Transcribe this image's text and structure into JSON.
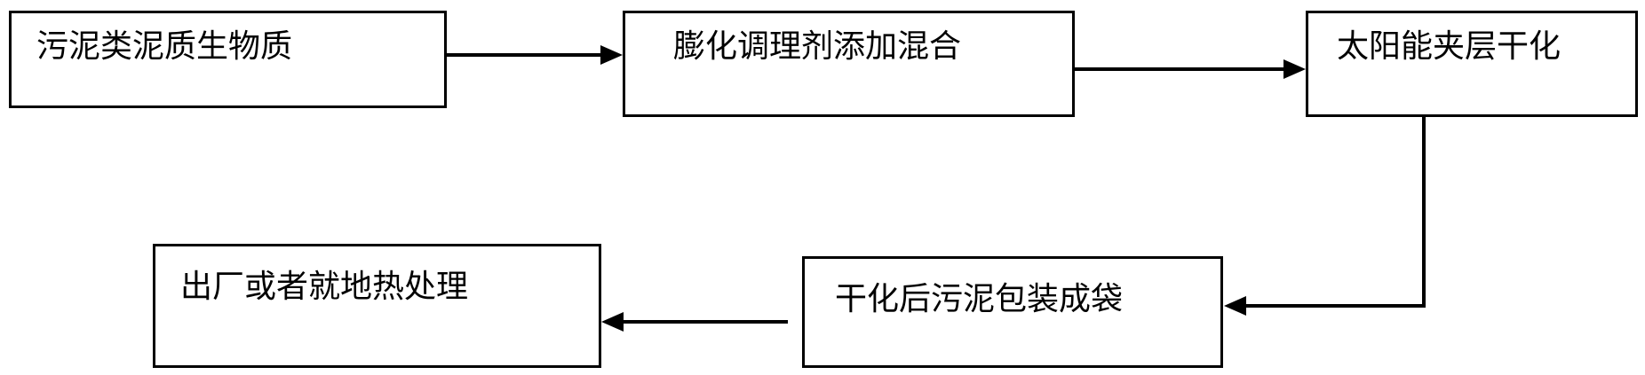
{
  "diagram": {
    "nodes": [
      {
        "id": "sludge-biomass",
        "label": "污泥类泥质生物质"
      },
      {
        "id": "conditioner-mixing",
        "label": "膨化调理剂添加混合"
      },
      {
        "id": "solar-drying",
        "label": "太阳能夹层干化"
      },
      {
        "id": "bagging",
        "label": "干化后污泥包装成袋"
      },
      {
        "id": "disposal",
        "label": "出厂或者就地热处理"
      }
    ],
    "edges": [
      {
        "from": "sludge-biomass",
        "to": "conditioner-mixing"
      },
      {
        "from": "conditioner-mixing",
        "to": "solar-drying"
      },
      {
        "from": "solar-drying",
        "to": "bagging"
      },
      {
        "from": "bagging",
        "to": "disposal"
      }
    ],
    "colors": {
      "line": "#000000",
      "box_fill": "#ffffff"
    }
  }
}
